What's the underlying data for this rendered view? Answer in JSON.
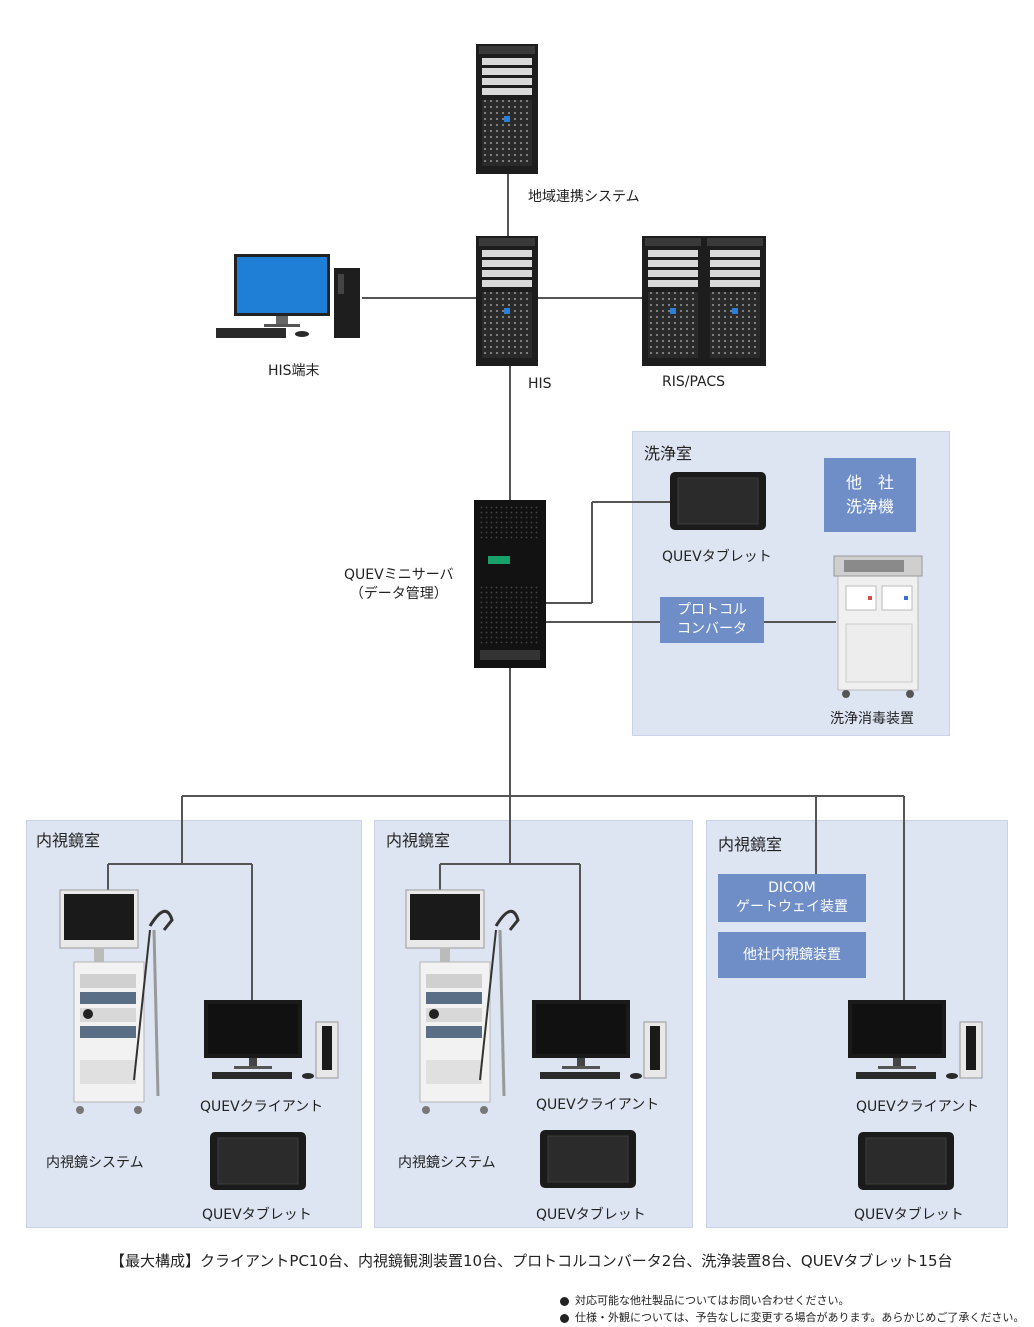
{
  "top_server": {
    "label": "地域連携システム"
  },
  "his_terminal": {
    "label": "HIS端末"
  },
  "his_server": {
    "label": "HIS"
  },
  "ris_pacs": {
    "label": "RIS/PACS"
  },
  "mini_server": {
    "label_line1": "QUEVミニサーバ",
    "label_line2": "（データ管理）"
  },
  "wash_room": {
    "title": "洗浄室",
    "tablet_label": "QUEVタブレット",
    "other_washer_line1": "他　社",
    "other_washer_line2": "洗浄機",
    "protocol_line1": "プロトコル",
    "protocol_line2": "コンバータ",
    "disinfector_label": "洗浄消毒装置"
  },
  "endo_rooms": [
    {
      "title": "内視鏡室",
      "system_label": "内視鏡システム",
      "client_label": "QUEVクライアント",
      "tablet_label": "QUEVタブレット"
    },
    {
      "title": "内視鏡室",
      "system_label": "内視鏡システム",
      "client_label": "QUEVクライアント",
      "tablet_label": "QUEVタブレット"
    },
    {
      "title": "内視鏡室",
      "dicom_line1": "DICOM",
      "dicom_line2": "ゲートウェイ装置",
      "other_endo": "他社内視鏡装置",
      "client_label": "QUEVクライアント",
      "tablet_label": "QUEVタブレット"
    }
  ],
  "summary": "【最大構成】クライアントPC10台、内視鏡観測装置10台、プロトコルコンバータ2台、洗浄装置8台、QUEVタブレット15台",
  "notes": [
    "対応可能な他社製品についてはお問い合わせください。",
    "仕様・外観については、予告なしに変更する場合があります。あらかじめご了承ください。"
  ],
  "colors": {
    "room_bg": "#dde4f2",
    "blue_box": "#6f8ec7",
    "line": "#555555",
    "screen": "#1f7fd6"
  }
}
